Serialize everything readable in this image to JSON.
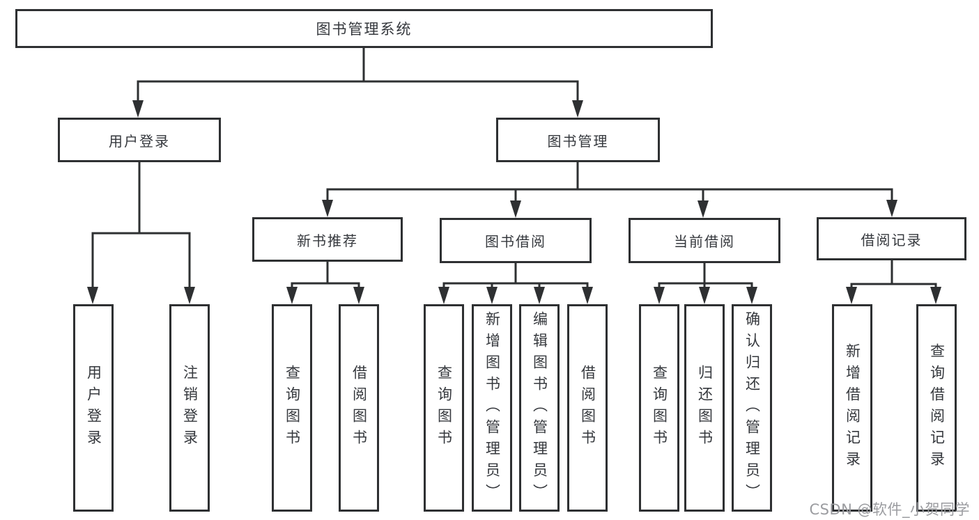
{
  "tree": {
    "label": "图书管理系统",
    "children": [
      {
        "label": "用户登录",
        "children": [
          {
            "label": "用户登录"
          },
          {
            "label": "注销登录"
          }
        ]
      },
      {
        "label": "图书管理",
        "children": [
          {
            "label": "新书推荐",
            "children": [
              {
                "label": "查询图书"
              },
              {
                "label": "借阅图书"
              }
            ]
          },
          {
            "label": "图书借阅",
            "children": [
              {
                "label": "查询图书"
              },
              {
                "label": "新增图书（管理员）"
              },
              {
                "label": "编辑图书（管理员）"
              },
              {
                "label": "借阅图书"
              }
            ]
          },
          {
            "label": "当前借阅",
            "children": [
              {
                "label": "查询图书"
              },
              {
                "label": "归还图书"
              },
              {
                "label": "确认归还（管理员）"
              }
            ]
          },
          {
            "label": "借阅记录",
            "children": [
              {
                "label": "新增借阅记录"
              },
              {
                "label": "查询借阅记录"
              }
            ]
          }
        ]
      }
    ]
  },
  "watermark": "CSDN @软件_小贺同学",
  "colors": {
    "line": "#2e3032",
    "text": "#35383d",
    "watermark": "#9b9ca0",
    "background": "#ffffff"
  }
}
